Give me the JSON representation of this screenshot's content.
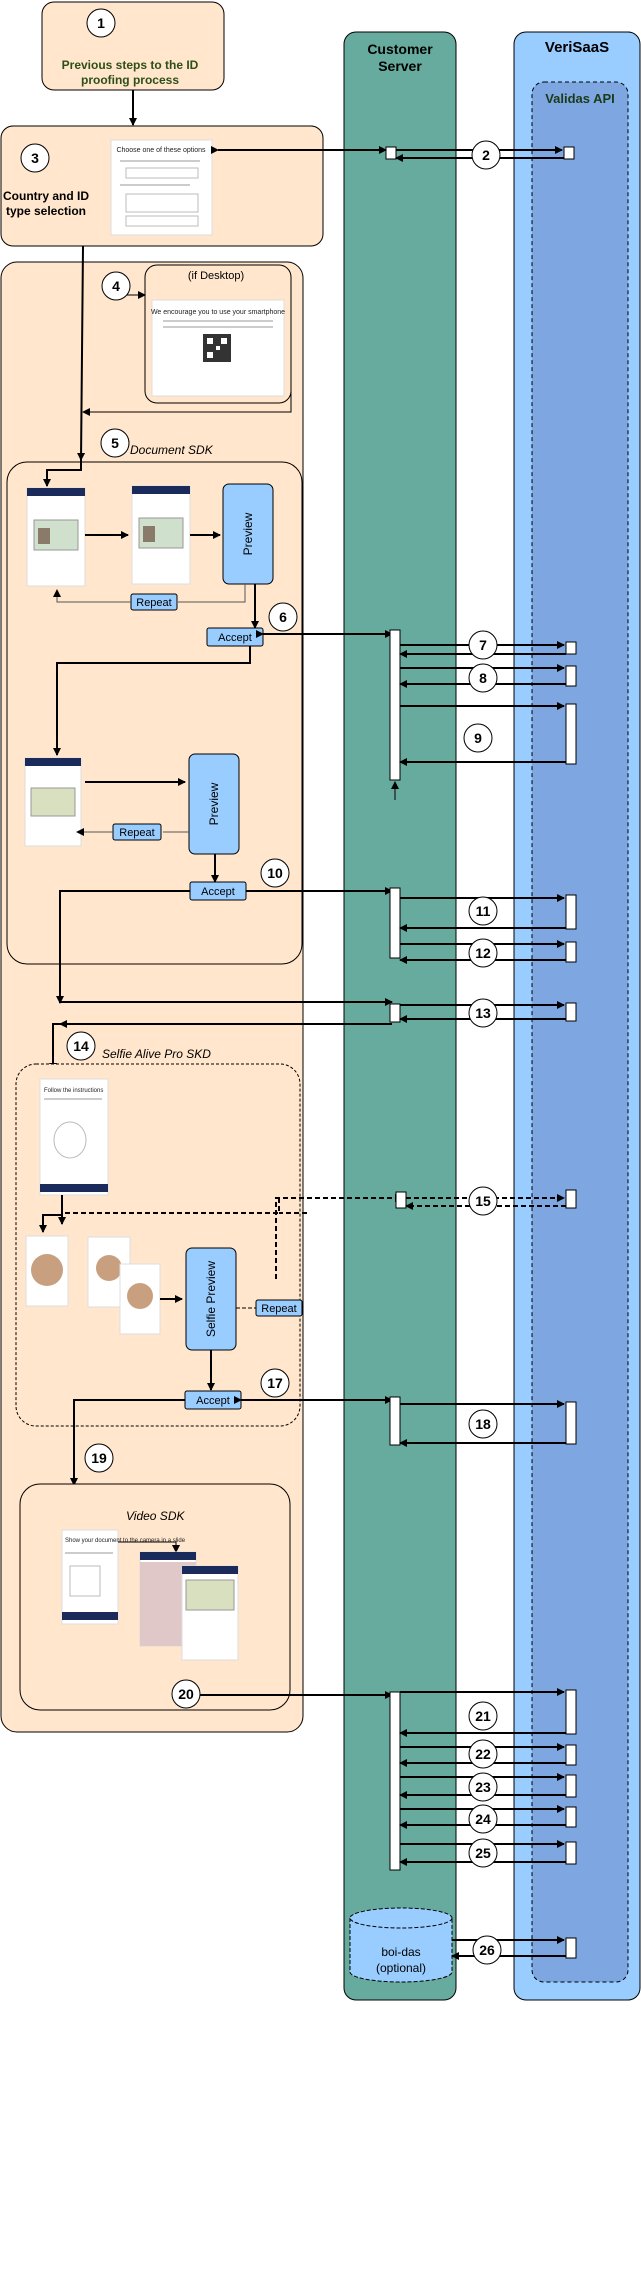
{
  "columns": {
    "customer_server": [
      "Customer",
      "Server"
    ],
    "verisaas": "VeriSaaS",
    "validas_api": "Validas API"
  },
  "steps": {
    "previous": [
      "Previous steps to the ID",
      "proofing process"
    ],
    "country_selection": [
      "Country and ID",
      "type selection"
    ],
    "if_desktop": "(if Desktop)",
    "document_sdk": "Document SDK",
    "selfie_sdk": "Selfie Alive Pro SKD",
    "video_sdk": "Video SDK"
  },
  "buttons": {
    "repeat": "Repeat",
    "accept": "Accept",
    "preview": "Preview",
    "selfie_preview": "Selfie Preview"
  },
  "mockups": {
    "choose_options": "Choose one of these options",
    "smartphone_msg": "We encourage you to use your smartphone",
    "follow_instructions": "Follow the instructions",
    "show_document": "Show your document to the camera in a slide"
  },
  "database": [
    "boi-das",
    "(optional)"
  ],
  "numbers": [
    "1",
    "2",
    "3",
    "4",
    "5",
    "6",
    "7",
    "8",
    "9",
    "10",
    "11",
    "12",
    "13",
    "14",
    "15",
    "17",
    "18",
    "19",
    "20",
    "21",
    "22",
    "23",
    "24",
    "25",
    "26"
  ]
}
